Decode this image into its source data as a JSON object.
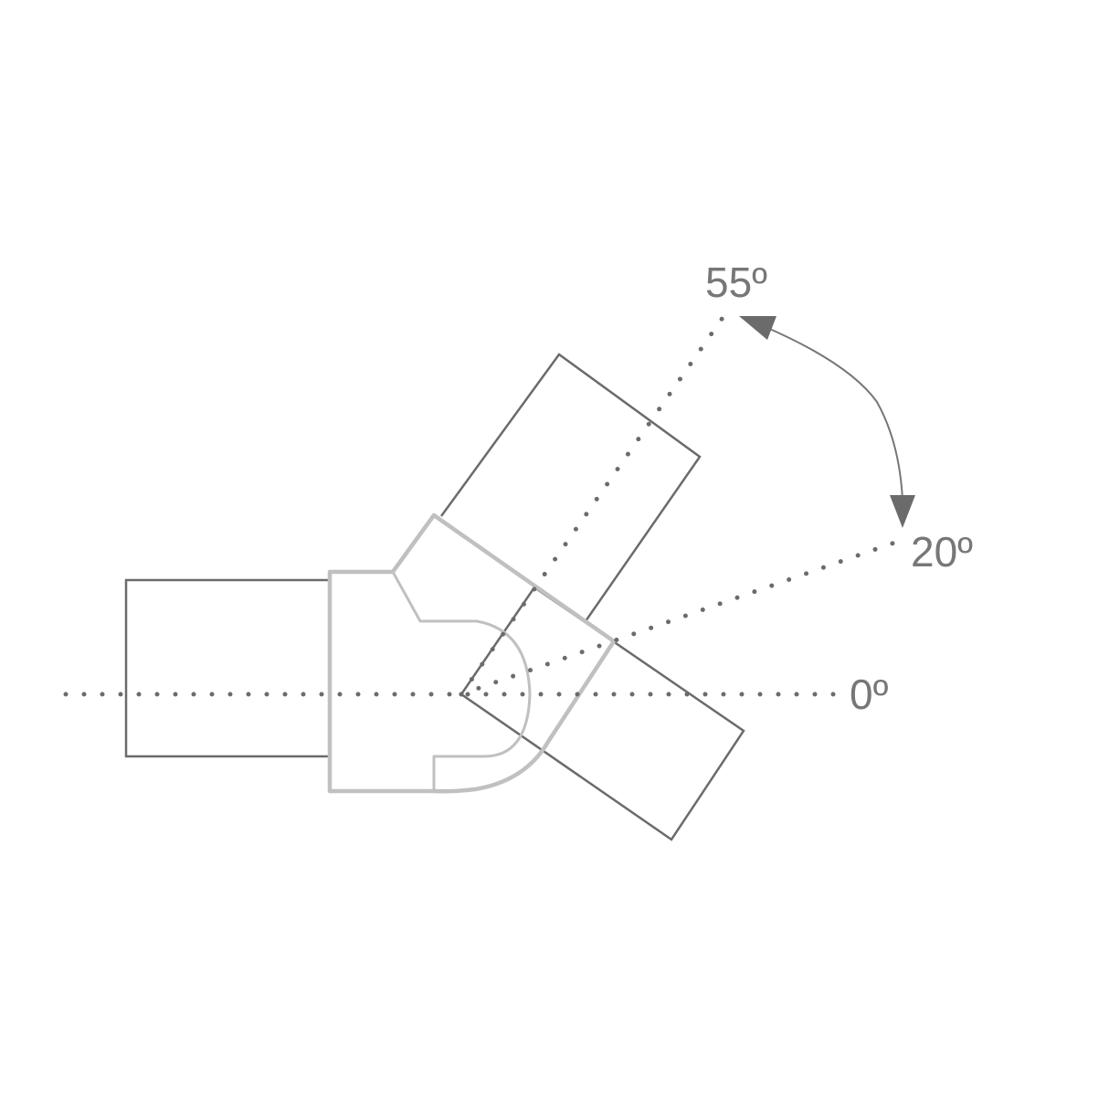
{
  "diagram": {
    "labels": {
      "angle_55": "55º",
      "angle_20": "20º",
      "angle_0": "0º"
    },
    "colors": {
      "dark_outline": "#6b6b6b",
      "light_outline": "#c0c0c0",
      "dots": "#6b6b6b",
      "text": "#777777"
    },
    "angles_deg": [
      0,
      20,
      55
    ]
  }
}
